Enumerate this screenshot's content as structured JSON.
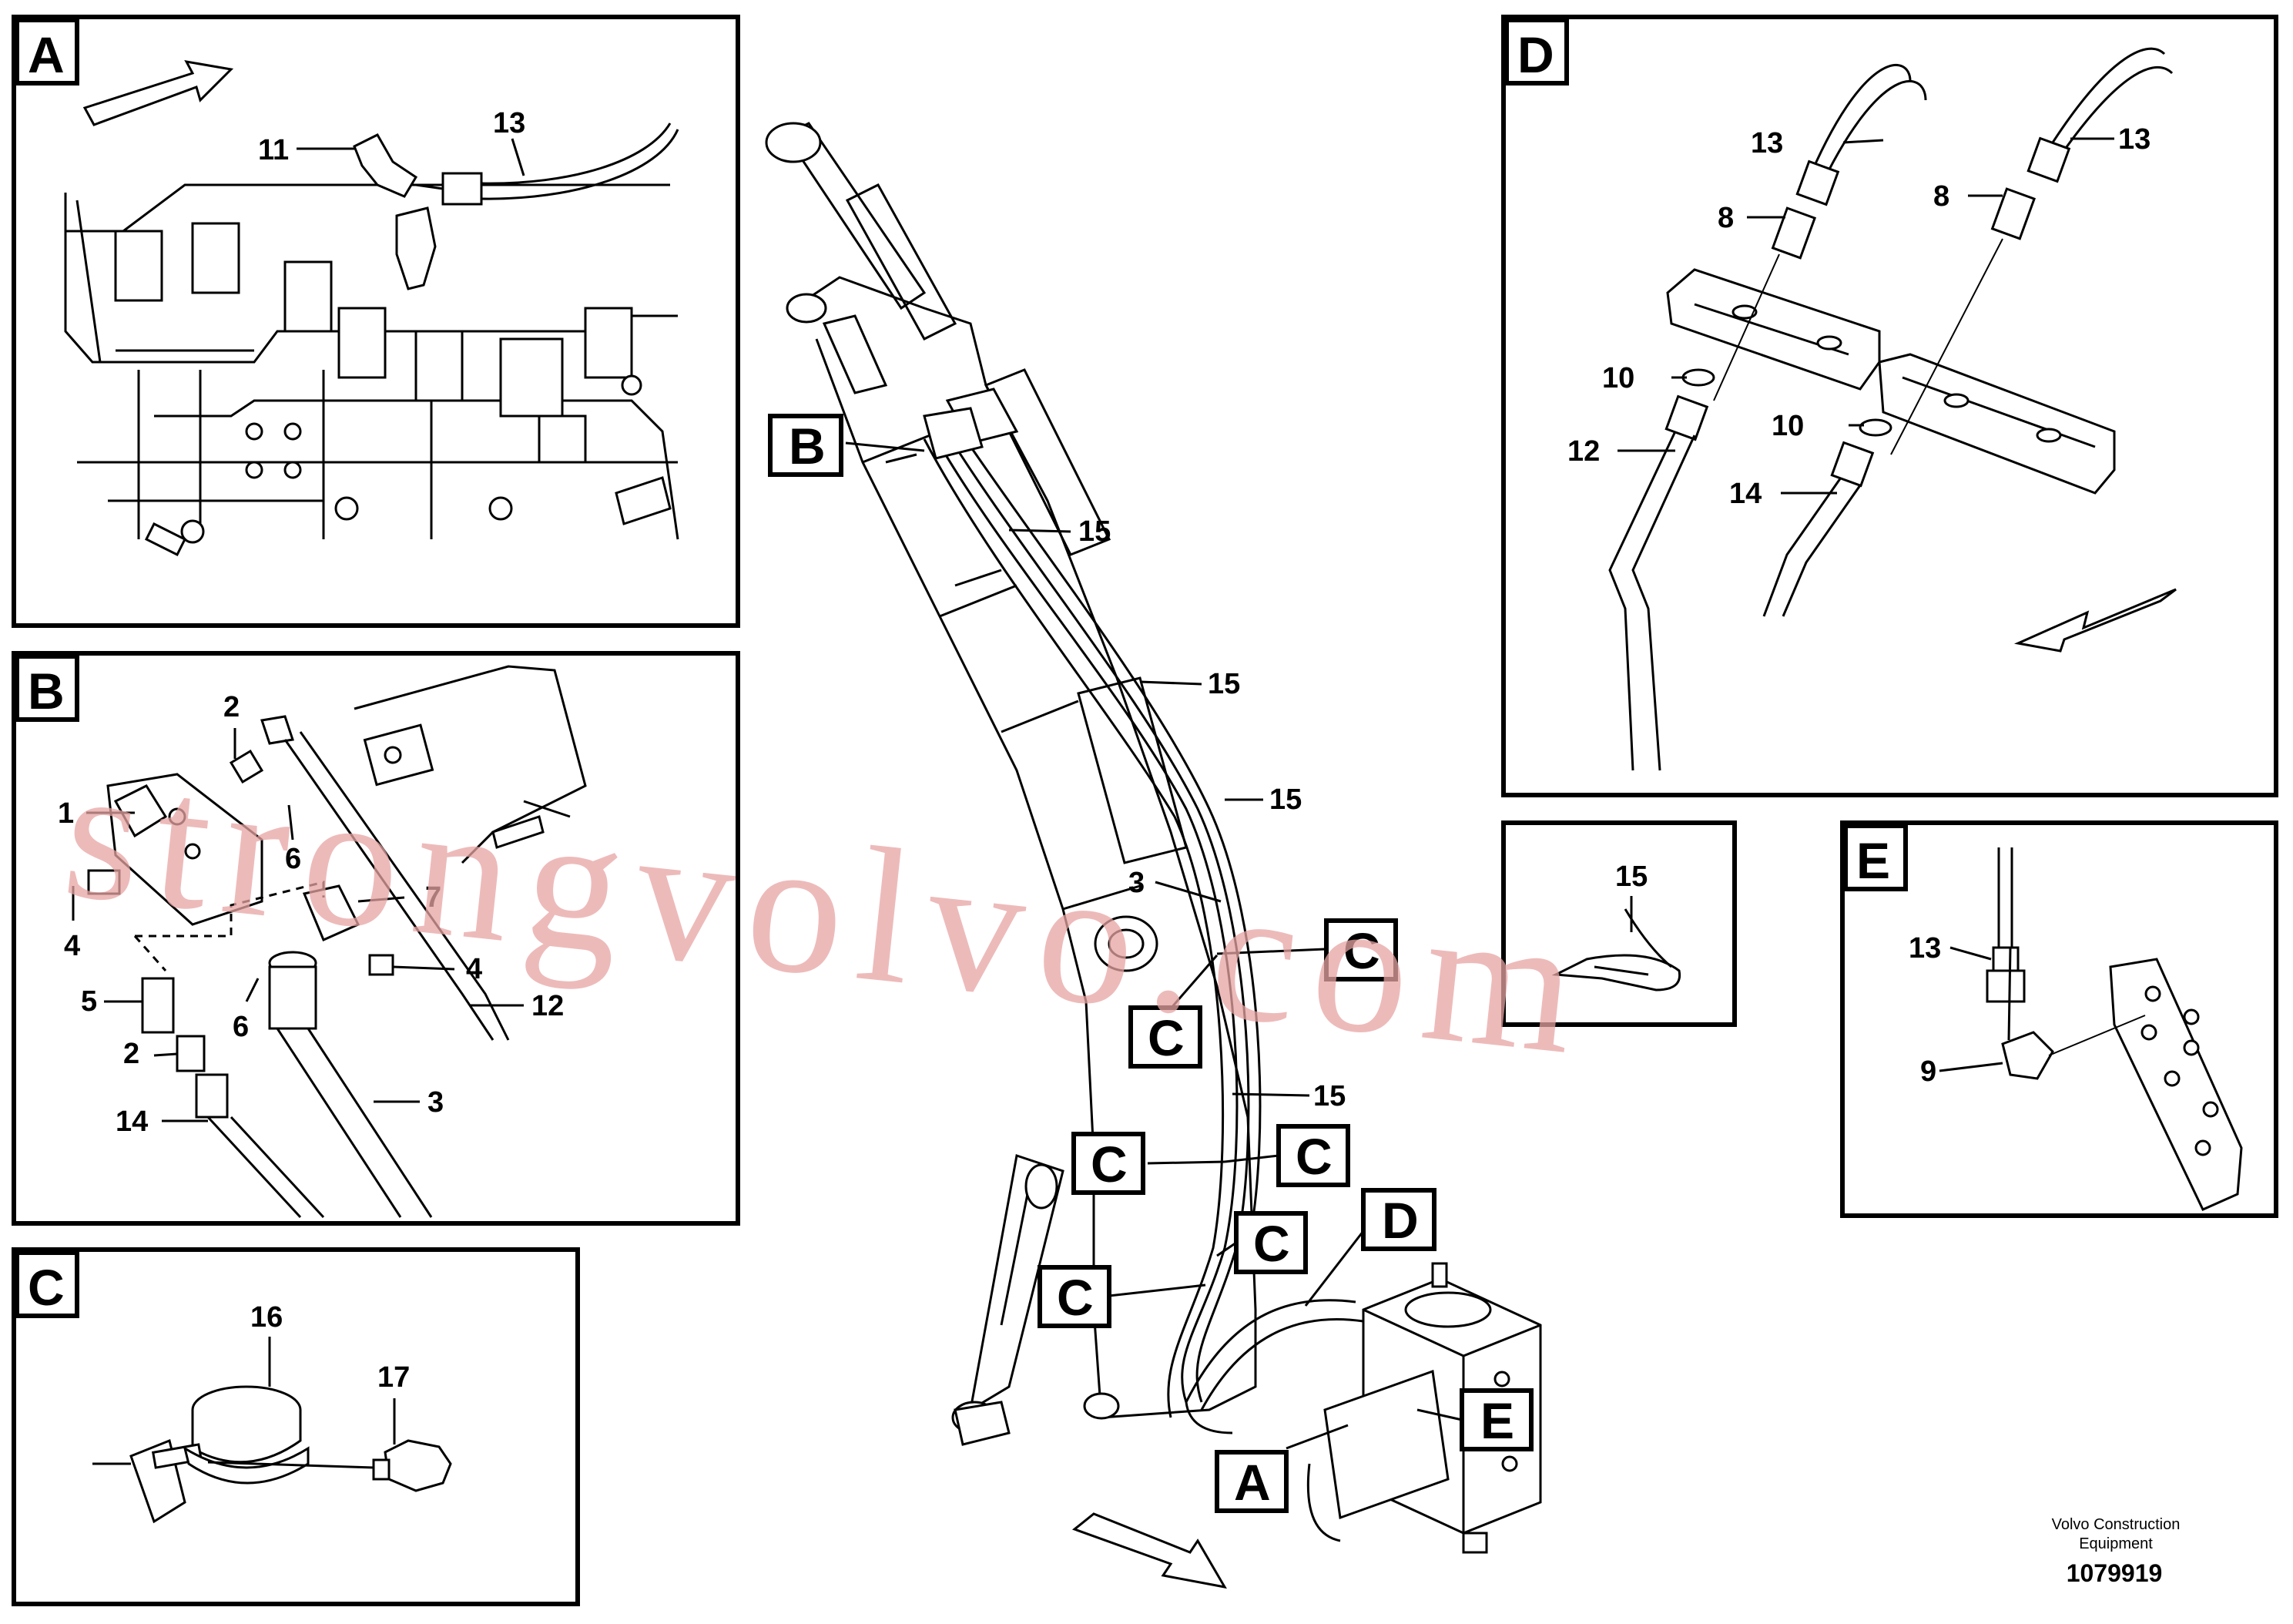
{
  "panels": {
    "A": {
      "tag": "A",
      "labels": {
        "n11": "11",
        "n13": "13"
      }
    },
    "B": {
      "tag": "B",
      "labels": {
        "n1": "1",
        "n2a": "2",
        "n6a": "6",
        "n7": "7",
        "n4a": "4",
        "n4b": "4",
        "n5": "5",
        "n2b": "2",
        "n6b": "6",
        "n12": "12",
        "n14": "14",
        "n3": "3"
      }
    },
    "C": {
      "tag": "C",
      "labels": {
        "n16": "16",
        "n17": "17"
      }
    },
    "D": {
      "tag": "D",
      "labels": {
        "n13a": "13",
        "n13b": "13",
        "n8a": "8",
        "n8b": "8",
        "n10a": "10",
        "n10b": "10",
        "n12": "12",
        "n14": "14"
      }
    },
    "tie": {
      "labels": {
        "n15": "15"
      }
    },
    "E": {
      "tag": "E",
      "labels": {
        "n13": "13",
        "n9": "9"
      }
    }
  },
  "main": {
    "callouts": {
      "B": "B",
      "C1": "C",
      "C2": "C",
      "C3": "C",
      "C4": "C",
      "C5": "C",
      "C6": "C",
      "D": "D",
      "E": "E",
      "A": "A"
    },
    "labels": {
      "n15a": "15",
      "n15b": "15",
      "n15c": "15",
      "n15d": "15",
      "n3": "3"
    }
  },
  "footer": {
    "company_line1": "Volvo Construction",
    "company_line2": "Equipment",
    "drawing_number": "1079919"
  },
  "watermark": "strongvolvo.com"
}
